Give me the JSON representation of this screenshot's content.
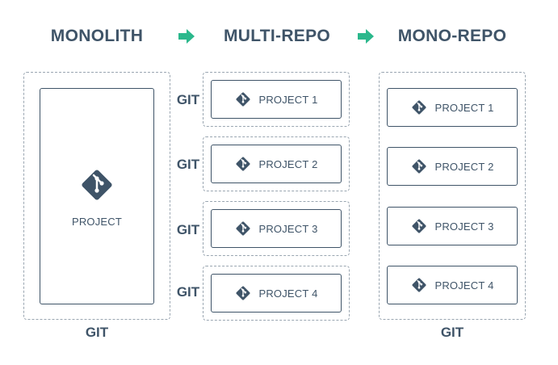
{
  "headings": {
    "monolith": "MONOLITH",
    "multi_repo": "MULTI-REPO",
    "mono_repo": "MONO-REPO"
  },
  "colors": {
    "text": "#3f5468",
    "arrow": "#2bb88c",
    "dashed_border": "#9aa6b1"
  },
  "icons": {
    "flow_arrow": "arrow-right-icon",
    "project": "git-logo-icon"
  },
  "monolith": {
    "project_label": "PROJECT",
    "git_label": "GIT"
  },
  "multi_repo": {
    "repos": [
      {
        "git_label": "GIT",
        "project_label": "PROJECT 1"
      },
      {
        "git_label": "GIT",
        "project_label": "PROJECT 2"
      },
      {
        "git_label": "GIT",
        "project_label": "PROJECT 3"
      },
      {
        "git_label": "GIT",
        "project_label": "PROJECT 4"
      }
    ]
  },
  "mono_repo": {
    "projects": [
      "PROJECT 1",
      "PROJECT 2",
      "PROJECT 3",
      "PROJECT 4"
    ],
    "git_label": "GIT"
  }
}
